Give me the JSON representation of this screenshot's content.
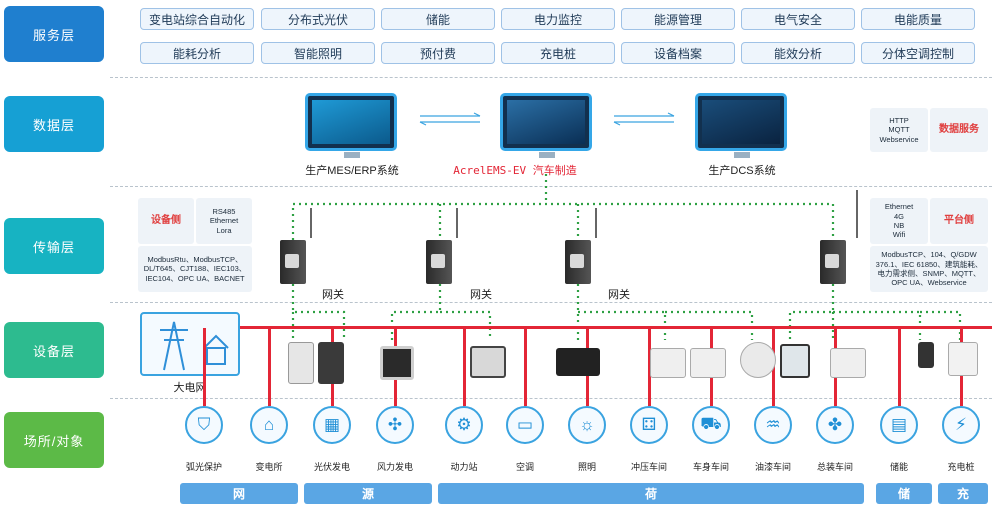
{
  "layers": [
    "服务层",
    "数据层",
    "传输层",
    "设备层",
    "场所/对象"
  ],
  "services_row1": [
    "变电站综合自动化",
    "分布式光伏",
    "储能",
    "电力监控",
    "能源管理",
    "电气安全",
    "电能质量"
  ],
  "services_row2": [
    "能耗分析",
    "智能照明",
    "预付费",
    "充电桩",
    "设备档案",
    "能效分析",
    "分体空调控制"
  ],
  "data_layer": {
    "systems": [
      "生产MES/ERP系统",
      "",
      "生产DCS系统"
    ],
    "center_label": "AcrelEMS-EV 汽车制造",
    "protocols": "HTTP\nMQTT\nWebservice",
    "service_label": "数据服务"
  },
  "transport": {
    "device_side_label": "设备侧",
    "device_interfaces": "RS485\nEthernet\nLora",
    "device_protocols": "ModbusRtu、ModbusTCP、\nDL/T645、CJT188、IEC103、\nIEC104、OPC UA、BACNET",
    "platform_interfaces": "Ethernet\n4G\nNB\nWifi",
    "platform_side_label": "平台侧",
    "platform_protocols": "ModbusTCP、104、Q/GDW\n376.1、IEC 61850、建筑能耗、\n电力需求侧、SNMP、MQTT、\nOPC UA、Webservice",
    "gateway_labels": [
      "网关",
      "网关",
      "网关"
    ]
  },
  "equipment": {
    "grid_label": "大电网"
  },
  "objects": [
    {
      "label": "弧光保护",
      "icon": "shield-icon",
      "glyph": "⛉"
    },
    {
      "label": "变电所",
      "icon": "house-bolt-icon",
      "glyph": "⌂"
    },
    {
      "label": "光伏发电",
      "icon": "solar-panel-icon",
      "glyph": "▦"
    },
    {
      "label": "风力发电",
      "icon": "wind-turbine-icon",
      "glyph": "✣"
    },
    {
      "label": "动力站",
      "icon": "motor-icon",
      "glyph": "⚙"
    },
    {
      "label": "空调",
      "icon": "air-conditioner-icon",
      "glyph": "▭"
    },
    {
      "label": "照明",
      "icon": "bulb-icon",
      "glyph": "☼"
    },
    {
      "label": "冲压车间",
      "icon": "dice-icon",
      "glyph": "⚃"
    },
    {
      "label": "车身车间",
      "icon": "car-icon",
      "glyph": "⛟"
    },
    {
      "label": "油漆车间",
      "icon": "paint-bucket-icon",
      "glyph": "♒"
    },
    {
      "label": "总装车间",
      "icon": "puzzle-icon",
      "glyph": "✤"
    },
    {
      "label": "储能",
      "icon": "battery-icon",
      "glyph": "▤"
    },
    {
      "label": "充电桩",
      "icon": "charger-icon",
      "glyph": "⚡"
    }
  ],
  "bottom_bars": [
    "网",
    "源",
    "荷",
    "储",
    "充"
  ],
  "colors": {
    "label_teal": "#17b3c2",
    "accent_blue": "#35a7e8",
    "red_line": "#e32636",
    "green_dotted": "#2ea043"
  }
}
